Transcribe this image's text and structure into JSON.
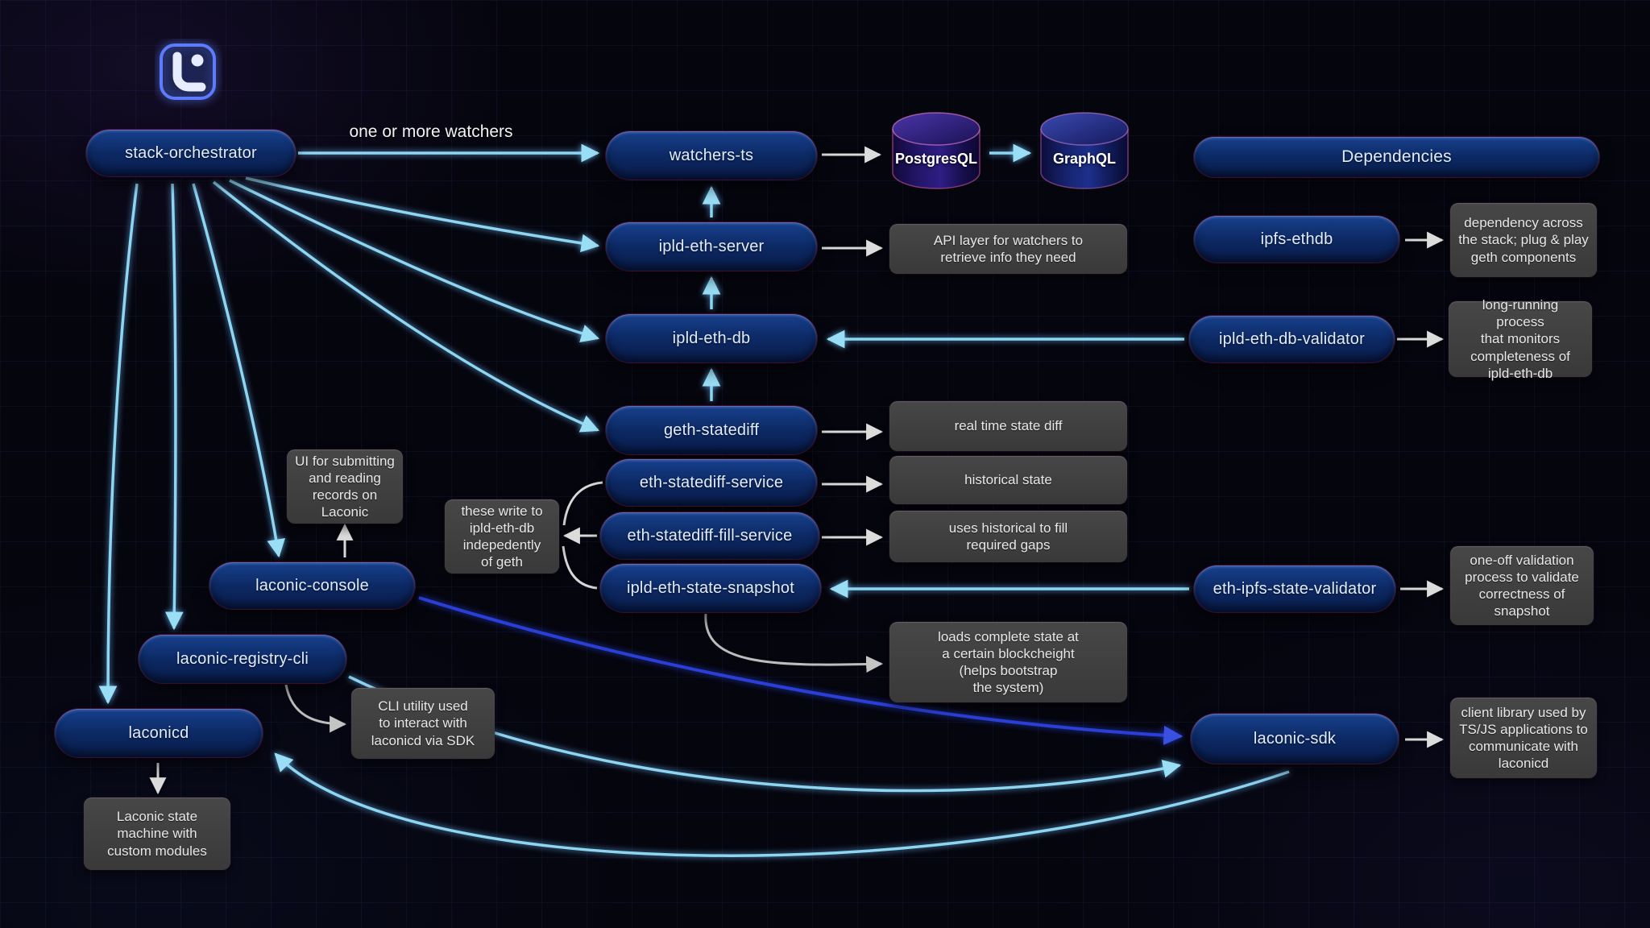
{
  "labels": {
    "watchers_edge": "one or more watchers"
  },
  "nodes": {
    "stack_orchestrator": "stack-orchestrator",
    "watchers_ts": "watchers-ts",
    "dependencies": "Dependencies",
    "ipld_eth_server": "ipld-eth-server",
    "ipfs_ethdb": "ipfs-ethdb",
    "ipld_eth_db": "ipld-eth-db",
    "ipld_eth_db_validator": "ipld-eth-db-validator",
    "geth_statediff": "geth-statediff",
    "eth_statediff_service": "eth-statediff-service",
    "eth_statediff_fill_service": "eth-statediff-fill-service",
    "ipld_eth_state_snapshot": "ipld-eth-state-snapshot",
    "eth_ipfs_state_validator": "eth-ipfs-state-validator",
    "laconic_console": "laconic-console",
    "laconic_registry_cli": "laconic-registry-cli",
    "laconicd": "laconicd",
    "laconic_sdk": "laconic-sdk"
  },
  "databases": {
    "postgresql": "PostgresQL",
    "graphql": "GraphQL"
  },
  "notes": {
    "api_layer": "API layer for watchers to\nretrieve info they need",
    "ipfs_ethdb_note": "dependency across\nthe stack; plug & play\ngeth components",
    "db_validator_note": "long-running process\nthat monitors\ncompleteness of\nipld-eth-db",
    "real_time": "real time state diff",
    "historical": "historical state",
    "fill_gaps": "uses historical to fill\nrequired gaps",
    "these_write": "these write to\nipld-eth-db\nindepedently\nof geth",
    "ui_note": "UI for submitting\nand reading\nrecords on\nLaconic",
    "snapshot_note": "loads complete state at\na certain blockcheight\n(helps bootstrap\nthe system)",
    "one_off_note": "one-off validation\nprocess to validate\ncorrectness of\nsnapshot",
    "cli_note": "CLI utility used\nto interact with\nlaconicd via SDK",
    "laconicd_note": "Laconic state\nmachine with\ncustom modules",
    "sdk_note": "client library used by\nTS/JS applications to\ncommunicate with\nlaconicd"
  },
  "colors": {
    "background": "#05050e",
    "pill_blue": "#0d2a66",
    "note_gray": "#3f3f3f",
    "arrow_cyan": "#8ed5f2",
    "arrow_white": "#d8d8d8",
    "arrow_blue": "#2b3fd6",
    "logo_blue": "#5d7bfa"
  }
}
